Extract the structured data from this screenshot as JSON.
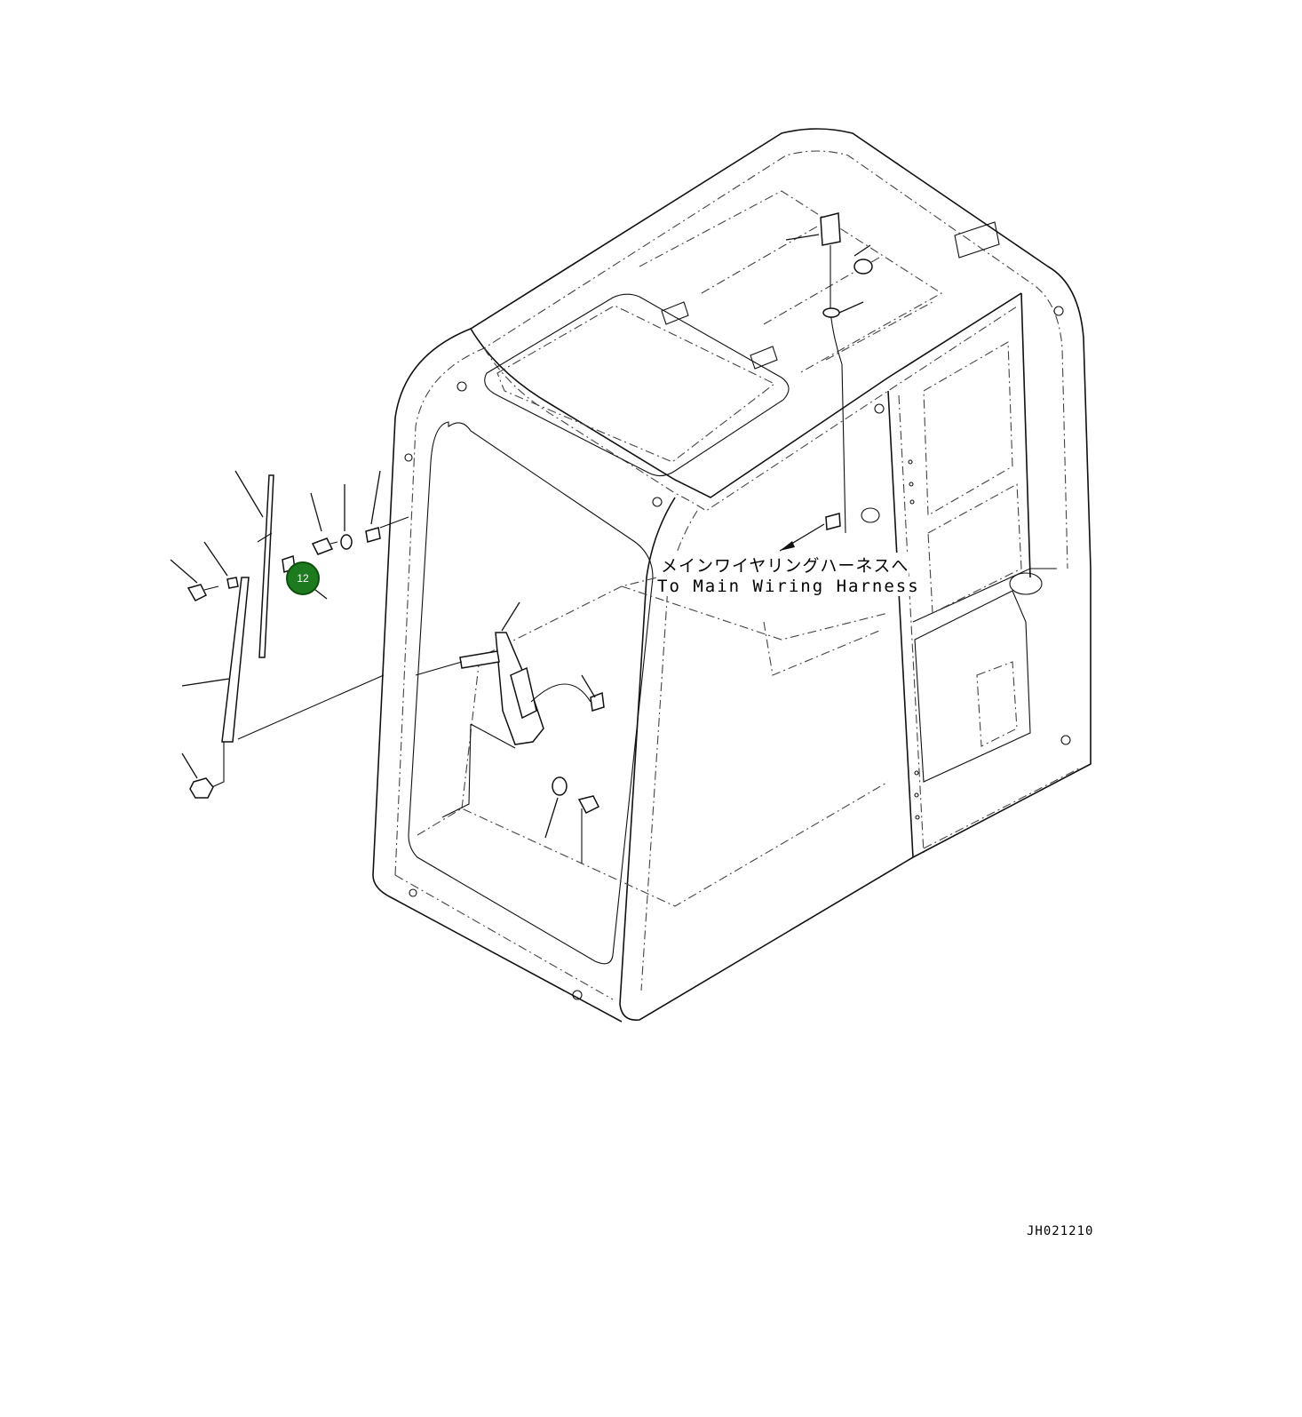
{
  "diagram": {
    "annotation_jp": "メインワイヤリングハーネスへ",
    "annotation_en": "To Main Wiring Harness",
    "drawing_code": "JH021210",
    "callout_number": "12",
    "colors": {
      "line": "#111111",
      "callout_fill": "#1e7a1e"
    }
  }
}
